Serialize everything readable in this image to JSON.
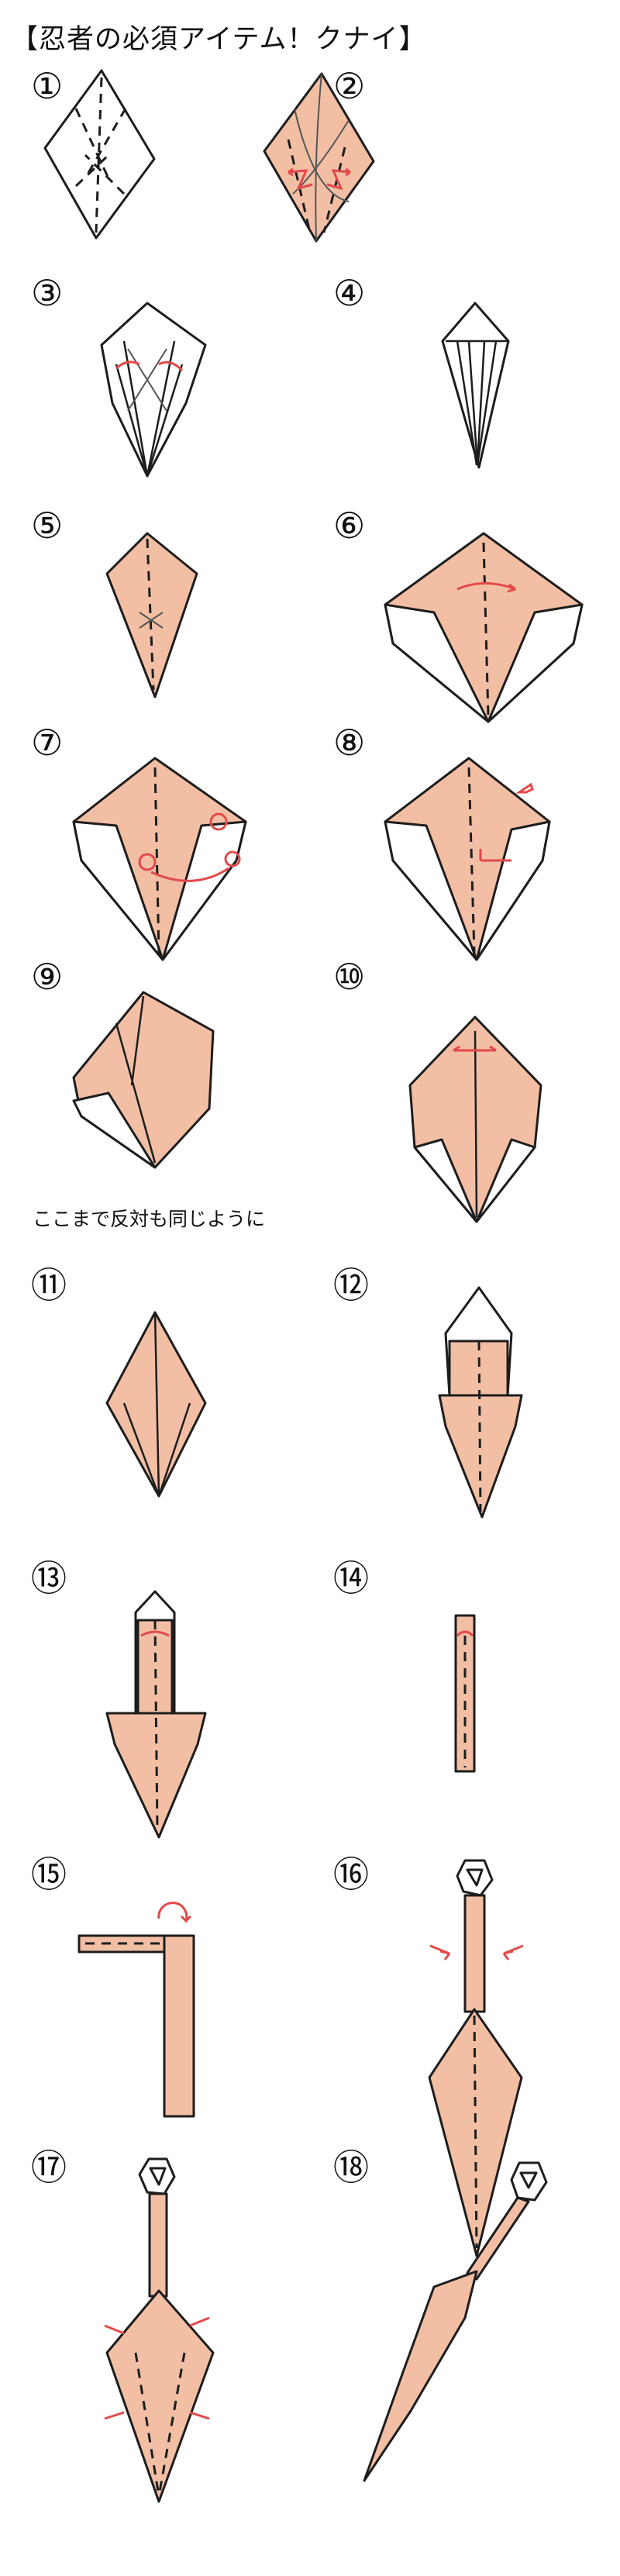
{
  "title": "【忍者の必須アイテム！クナイ】",
  "note": "ここまで反対も同じように",
  "steps": [
    "①",
    "②",
    "③",
    "④",
    "⑤",
    "⑥",
    "⑦",
    "⑧",
    "⑨",
    "⑩",
    "⑪",
    "⑫",
    "⑬",
    "⑭",
    "⑮",
    "⑯",
    "⑰",
    "⑱"
  ],
  "colors": {
    "paper": "#f2bfa5",
    "arrow": "#e24a4a",
    "line": "#1d1d1d"
  }
}
